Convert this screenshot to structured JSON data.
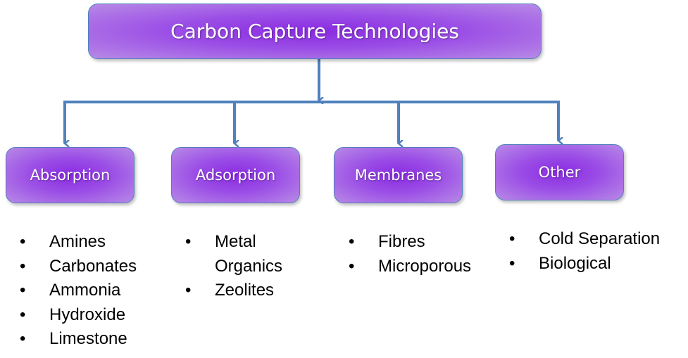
{
  "title": "Carbon Capture Technologies",
  "categories": [
    {
      "label": "Absorption",
      "items": [
        "Amines",
        "Carbonates",
        "Ammonia",
        "Hydroxide",
        "Limestone"
      ]
    },
    {
      "label": "Adsorption",
      "items": [
        "Metal Organics",
        "Zeolites"
      ]
    },
    {
      "label": "Membranes",
      "items": [
        "Fibres",
        "Microporous"
      ]
    },
    {
      "label": "Other",
      "items": [
        "Cold Separation",
        "Biological"
      ]
    }
  ],
  "colors": {
    "box": "#8a2be2",
    "connector": "#4f81bd"
  }
}
